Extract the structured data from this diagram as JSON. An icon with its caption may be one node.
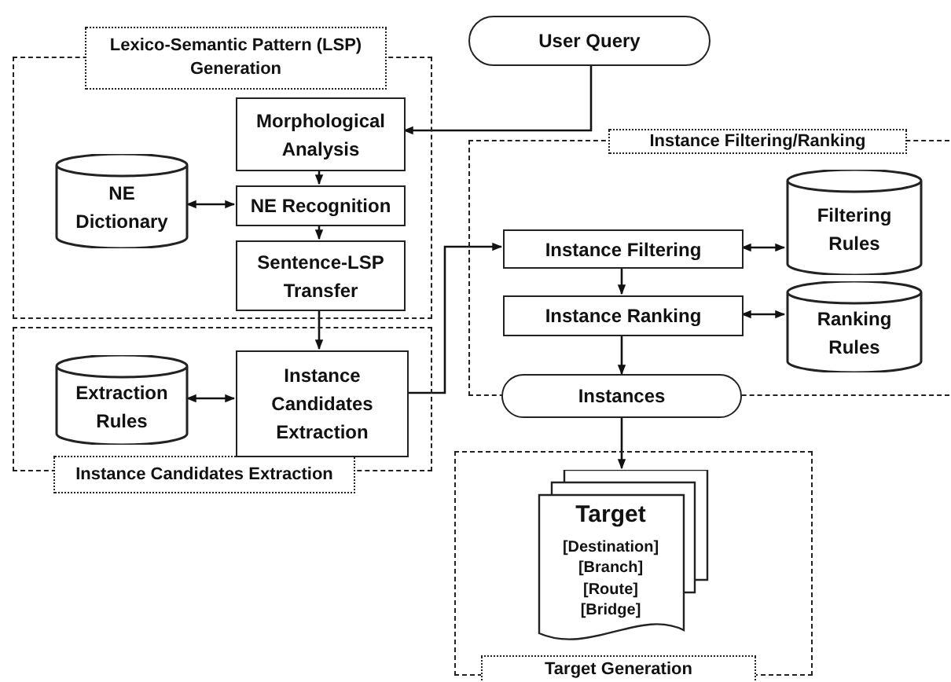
{
  "diagram": {
    "nodes": [
      {
        "text": [
          "Lexico-Semantic Pattern (LSP) Generation"
        ]
      },
      {
        "text": [
          "Morphological Analysis"
        ],
        "in": 0
      },
      {
        "text": [
          "NE Dictionary"
        ],
        "in": 0
      },
      {
        "text": [
          "NE Recognition"
        ],
        "in": 0
      },
      {
        "text": [
          "Sentence-LSP Transfer"
        ],
        "in": 0
      },
      {
        "text": [
          "Instance Candidates Extraction"
        ]
      },
      {
        "text": [
          "Extraction Rules"
        ],
        "in": 5
      },
      {
        "text": [
          "Instance Candidates Extraction"
        ],
        "in": 5
      },
      {
        "text": [
          "User Query"
        ]
      },
      {
        "text": [
          "Instance Filtering/Ranking"
        ]
      },
      {
        "text": [
          "Instance Filtering"
        ],
        "in": 9
      },
      {
        "text": [
          "Filtering Rules"
        ],
        "in": 9
      },
      {
        "text": [
          "Instance Ranking"
        ],
        "in": 9
      },
      {
        "text": [
          "Ranking Rules"
        ],
        "in": 9
      },
      {
        "text": [
          "Instances"
        ]
      },
      {
        "text": [
          "Target Generation"
        ]
      },
      {
        "text": [
          "Target",
          "[Destination]",
          "[Branch]",
          "[Route]",
          "[Bridge]"
        ],
        "in": 15
      }
    ],
    "edges": [
      {
        "from": 8,
        "to": 1,
        "arrow": "to"
      },
      {
        "from": 1,
        "to": 3,
        "arrow": "to"
      },
      {
        "from": 2,
        "to": 3,
        "arrow": "both"
      },
      {
        "from": 3,
        "to": 4,
        "arrow": "to"
      },
      {
        "from": 4,
        "to": 7,
        "arrow": "to"
      },
      {
        "from": 6,
        "to": 7,
        "arrow": "both"
      },
      {
        "from": 7,
        "to": 10,
        "arrow": "to"
      },
      {
        "from": 10,
        "to": 11,
        "arrow": "both"
      },
      {
        "from": 10,
        "to": 12,
        "arrow": "to"
      },
      {
        "from": 12,
        "to": 13,
        "arrow": "both"
      },
      {
        "from": 12,
        "to": 14,
        "arrow": "to"
      },
      {
        "from": 14,
        "to": 16,
        "arrow": "to"
      }
    ]
  }
}
